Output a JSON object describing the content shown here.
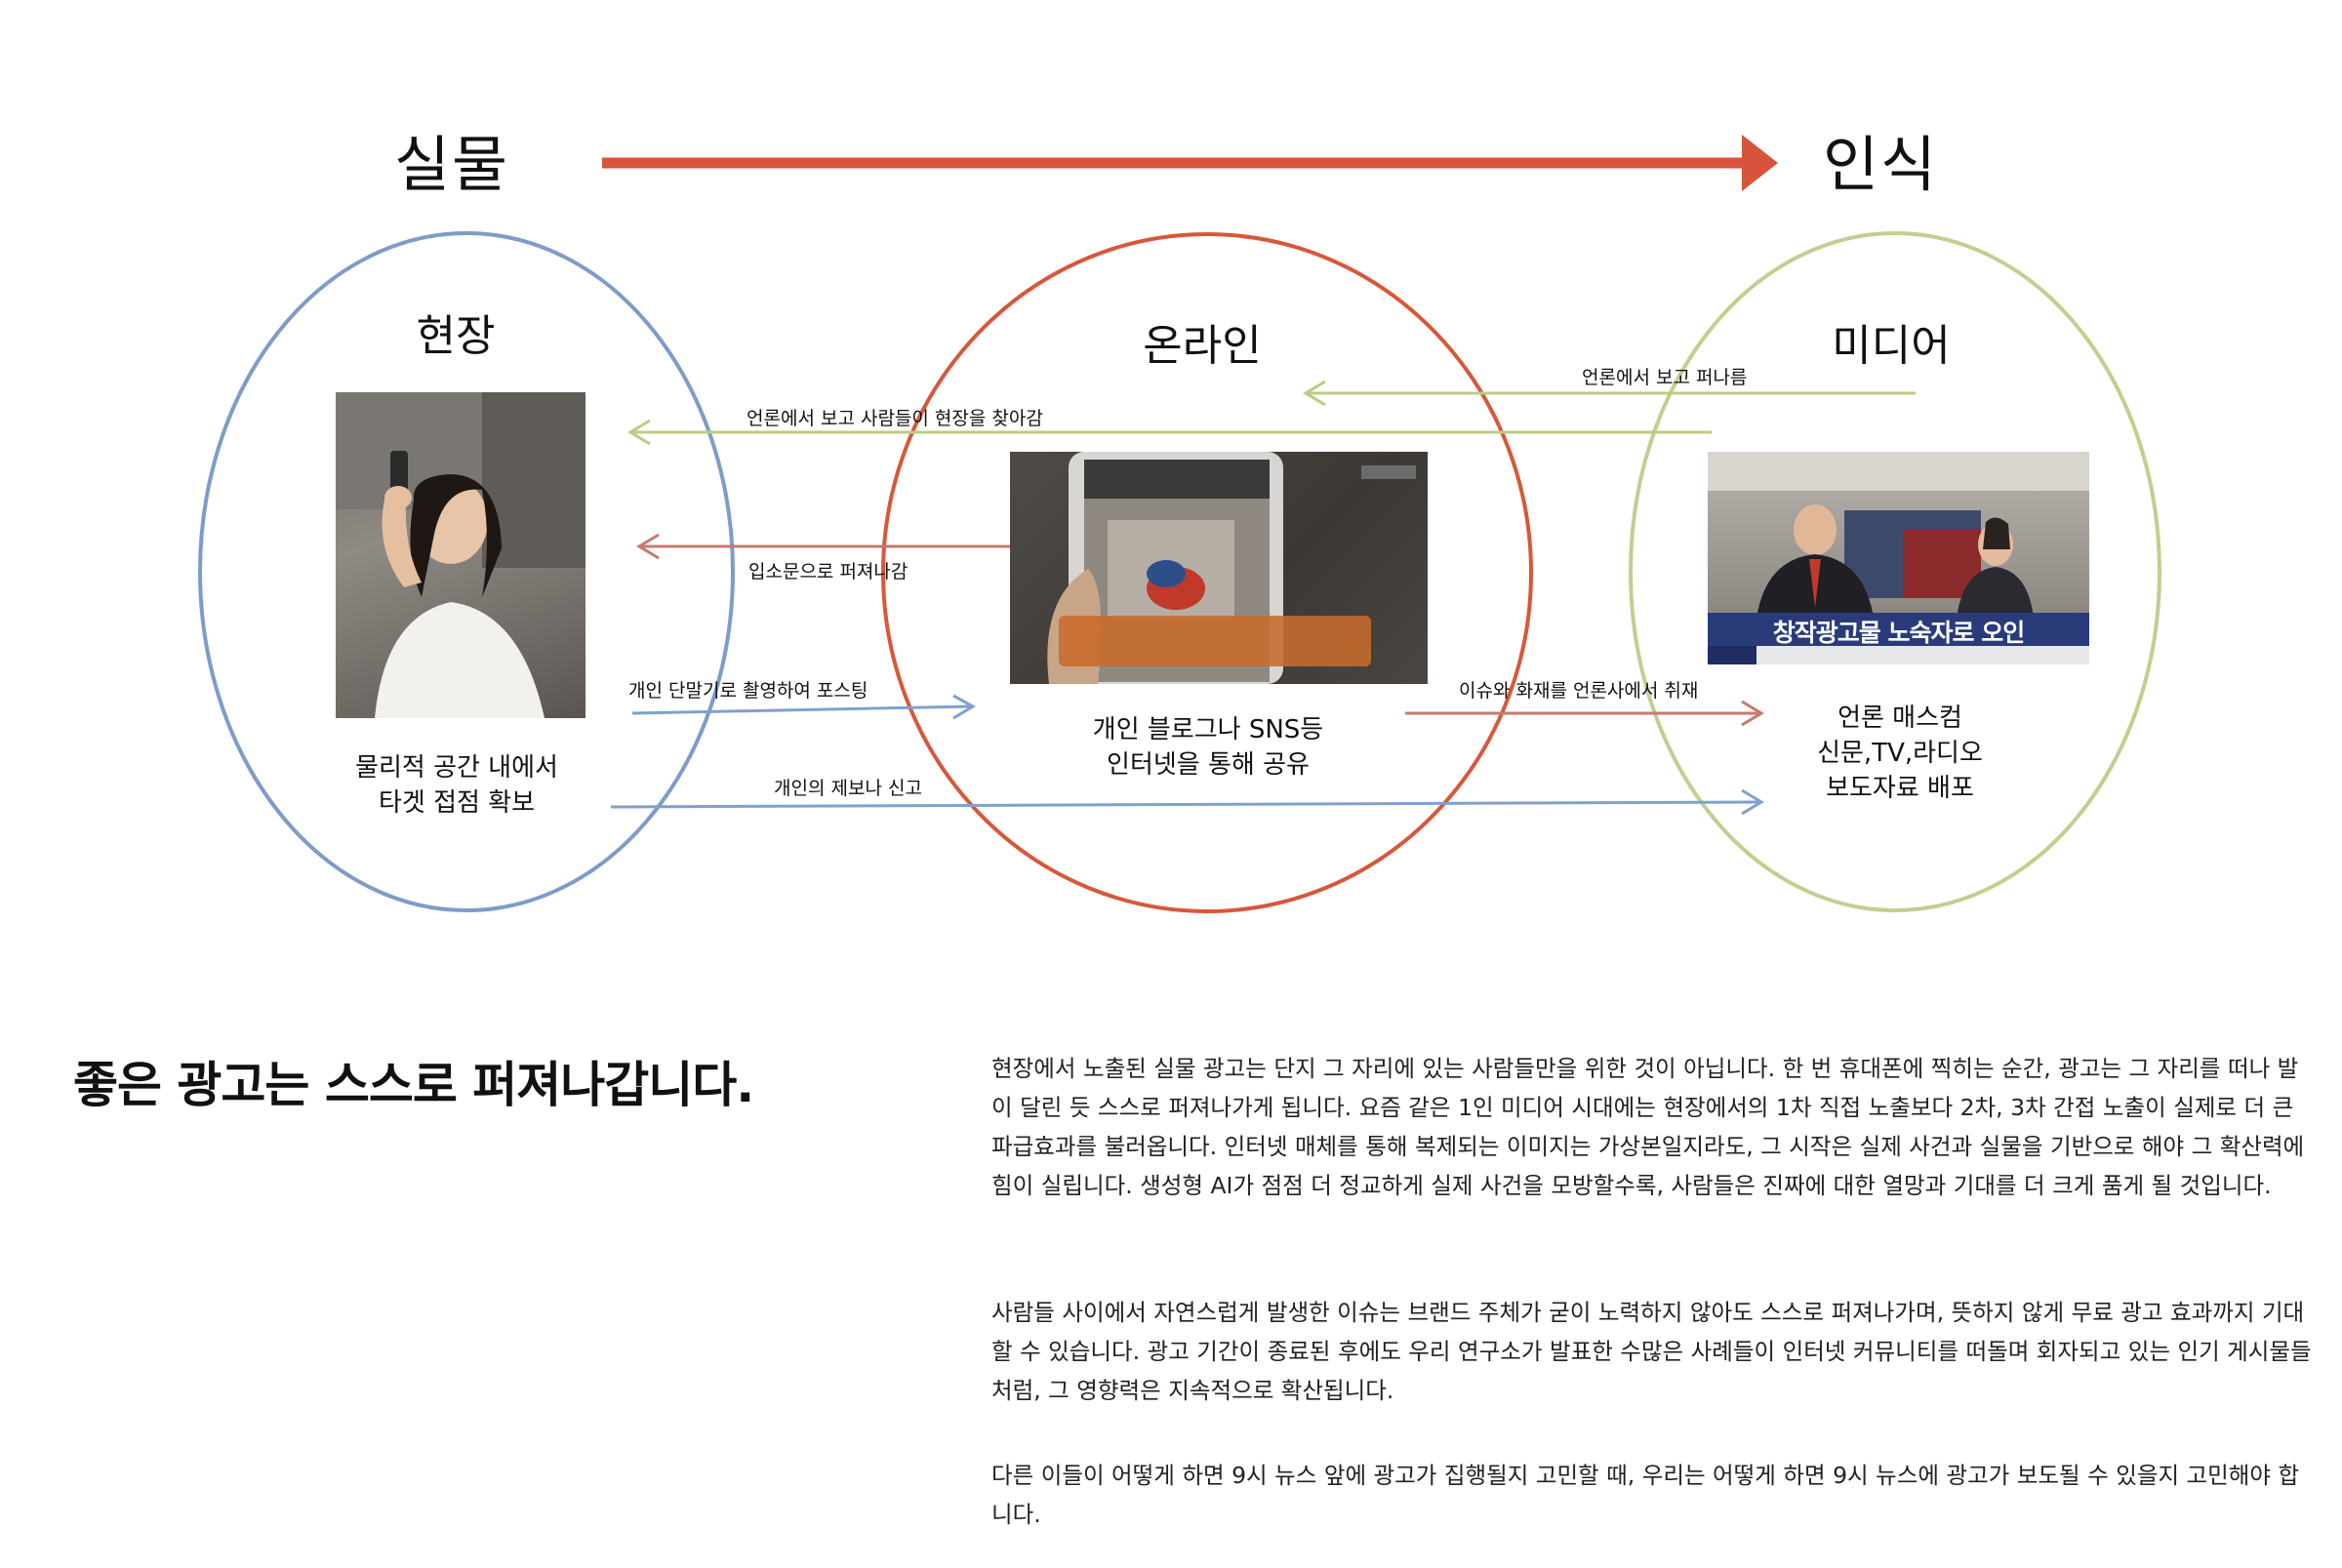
{
  "flow": {
    "start_label": "실물",
    "end_label": "인식"
  },
  "circles": [
    {
      "title": "현장",
      "desc": [
        "물리적 공간 내에서",
        "타겟 접점 확보"
      ],
      "color": "#7d9cc8"
    },
    {
      "title": "온라인",
      "desc": [
        "개인 블로그나 SNS등",
        "인터넷을 통해 공유"
      ],
      "color": "#d8573a"
    },
    {
      "title": "미디어",
      "desc": [
        "언론 매스컴",
        "신문,TV,라디오",
        "보도자료 배포"
      ],
      "color": "#c3ce8f"
    }
  ],
  "arrows": [
    {
      "label": "언론에서 보고 퍼나름",
      "color": "#b9cc86"
    },
    {
      "label": "언론에서 보고 사람들이 현장을 찾아감",
      "color": "#b9cc86"
    },
    {
      "label": "입소문으로 퍼져나감",
      "color": "#c6796f"
    },
    {
      "label": "개인 단말기로 촬영하여 포스팅",
      "color": "#7fa0d0"
    },
    {
      "label": "이슈와 화재를 언론사에서 취재",
      "color": "#c6796f"
    },
    {
      "label": "개인의 제보나 신고",
      "color": "#7fa0d0"
    }
  ],
  "media_caption": {
    "main": "창작광고물 노숙자로 오인"
  },
  "main": {
    "headline": "좋은 광고는 스스로 퍼져나갑니다.",
    "paragraphs": [
      "현장에서 노출된 실물 광고는 단지 그 자리에 있는 사람들만을 위한 것이 아닙니다. 한 번 휴대폰에 찍히는 순간, 광고는 그 자리를 떠나 발이 달린 듯 스스로 퍼져나가게 됩니다. 요즘 같은 1인 미디어 시대에는 현장에서의 1차 직접 노출보다 2차, 3차 간접 노출이 실제로 더 큰 파급효과를 불러옵니다. 인터넷 매체를 통해 복제되는 이미지는 가상본일지라도, 그 시작은 실제 사건과 실물을 기반으로 해야 그 확산력에 힘이 실립니다. 생성형 AI가 점점 더 정교하게 실제 사건을 모방할수록, 사람들은 진짜에 대한 열망과 기대를 더 크게 품게 될 것입니다.",
      "사람들 사이에서 자연스럽게 발생한 이슈는 브랜드 주체가 굳이 노력하지 않아도 스스로 퍼져나가며, 뜻하지 않게 무료 광고 효과까지 기대할 수 있습니다. 광고 기간이 종료된 후에도 우리 연구소가 발표한 수많은 사례들이 인터넷 커뮤니티를 떠돌며 회자되고 있는 인기 게시물들처럼, 그 영향력은 지속적으로 확산됩니다.",
      "다른 이들이 어떻게 하면 9시 뉴스 앞에 광고가 집행될지 고민할 때, 우리는 어떻게 하면 9시 뉴스에 광고가 보도될 수 있을지 고민해야 합니다."
    ]
  }
}
